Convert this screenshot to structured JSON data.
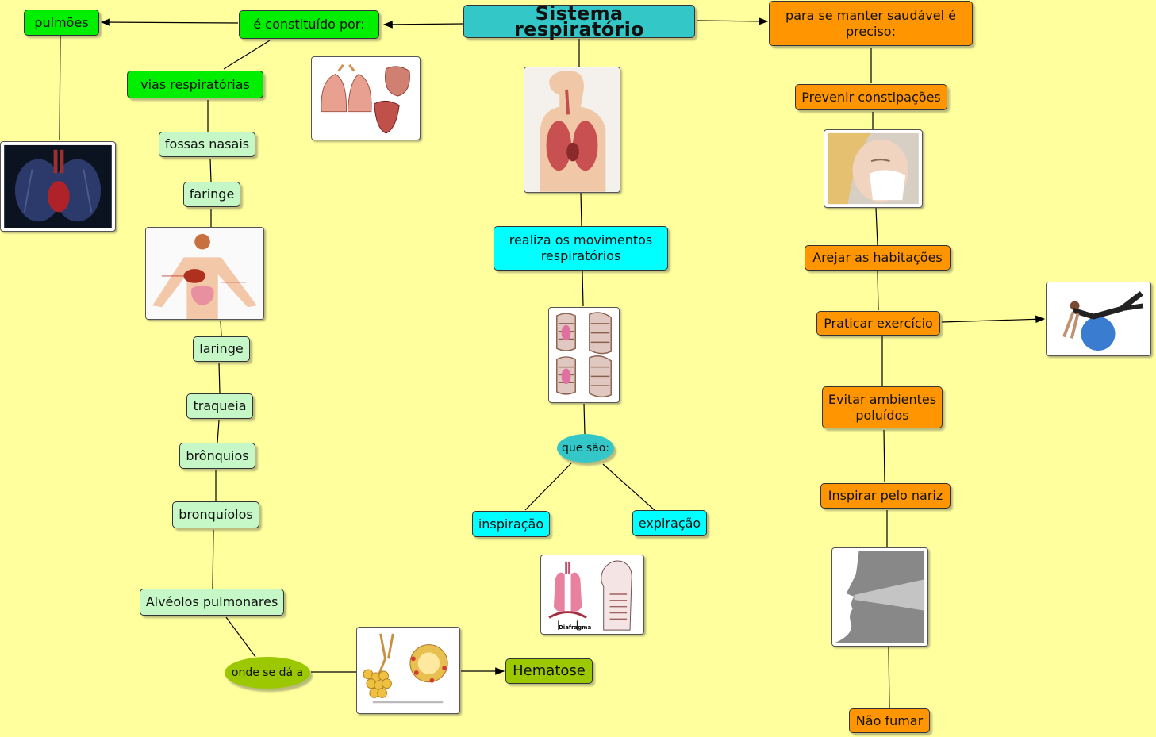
{
  "diagram": {
    "title": "Sistema respiratório",
    "left": {
      "constituted": "é constituído por:",
      "lungs": "pulmões",
      "airways": "vias respiratórias",
      "parts": [
        "fossas nasais",
        "faringe",
        "laringe",
        "traqueia",
        "brônquios",
        "bronquíolos",
        "Alvéolos pulmonares"
      ],
      "where": "onde se dá a",
      "hematose": "Hematose"
    },
    "center": {
      "movements": "realiza os movimentos respiratórios",
      "which_are": "que são:",
      "inspiration": "inspiração",
      "expiration": "expiração"
    },
    "right": {
      "healthy": "para se manter saudável é preciso:",
      "tips": [
        "Prevenir constipações",
        "Arejar as habitações",
        "Praticar exercício",
        "Evitar ambientes poluídos",
        "Inspirar pelo nariz",
        "Não fumar"
      ]
    },
    "images": {
      "lungs_heart": "lungs-heart-photo",
      "heart_anatomy": "heart-lungs-illustration",
      "body_torso": "torso-respiratory-illustration",
      "digestive_body": "human-body-organs-illustration",
      "ribcage": "ribcage-breathing-illustration",
      "diaphragm": "diaphragm-illustration",
      "diaphragm_label": "Diafragma",
      "alveoli": "alveoli-illustration",
      "sneeze": "sneezing-photo",
      "exercise": "exercise-ball-photo",
      "breath": "exhaling-nose-illustration"
    },
    "colors": {
      "background": "#ffff9e",
      "green": "#00ee00",
      "mint": "#c6f7c6",
      "orange": "#ff9500",
      "cyan": "#00ffff",
      "title": "#33c7c7",
      "lime": "#9bc800"
    }
  }
}
